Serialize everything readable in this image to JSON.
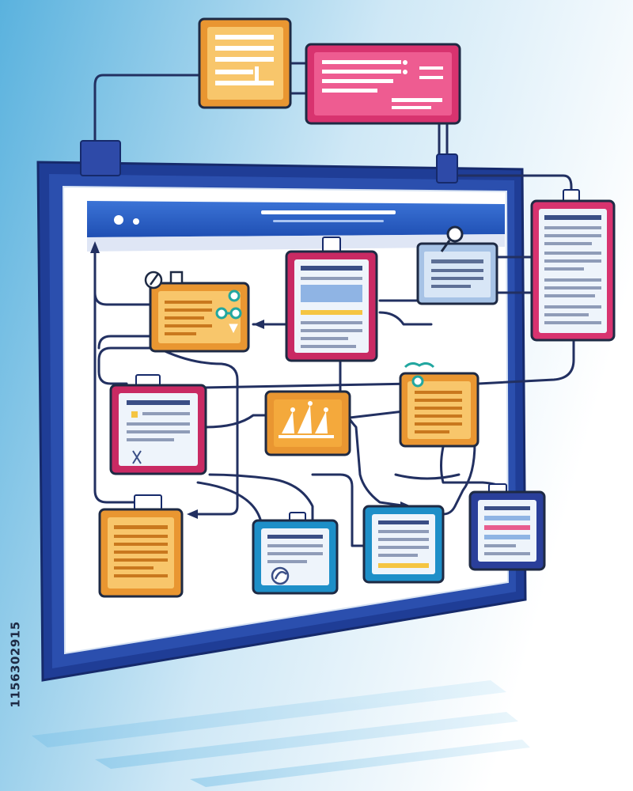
{
  "image_id_text": "1156302915",
  "colors": {
    "background_top": "#ffffff",
    "background_side": "#5ab2de",
    "monitor_frame": "#1f3d96",
    "monitor_screen": "#ffffff",
    "connector_line": "#223061",
    "card_orange": "#f4a93c",
    "card_orange_light": "#f8c66b",
    "card_pink": "#d8336f",
    "card_blue": "#2e63c6",
    "card_teal": "#1e8fc8",
    "card_paper": "#eef4fb",
    "accent_yellow": "#f5c542",
    "accent_teal": "#22a7a0"
  },
  "diagram": {
    "browser_bar": {
      "icon": "window-dots-icon"
    },
    "cards": [
      {
        "name": "top-orange-card",
        "style": "orange",
        "icon": "document-icon"
      },
      {
        "name": "top-pink-card",
        "style": "pink",
        "icon": "settings-panel-icon"
      },
      {
        "name": "right-pink-card",
        "style": "pink",
        "icon": "document-icon"
      },
      {
        "name": "center-pink-card",
        "style": "pink",
        "icon": "document-icon"
      },
      {
        "name": "light-blue-card",
        "style": "light-blue",
        "icon": "key-icon"
      },
      {
        "name": "left-orange-card",
        "style": "orange",
        "icon": "network-node-icon"
      },
      {
        "name": "left-pink-card",
        "style": "pink",
        "icon": "document-icon"
      },
      {
        "name": "chart-card",
        "style": "orange",
        "icon": "chart-icon"
      },
      {
        "name": "right-orange-card",
        "style": "orange",
        "icon": "checklist-icon"
      },
      {
        "name": "bottom-orange-card",
        "style": "orange",
        "icon": "document-icon"
      },
      {
        "name": "bottom-teal-card",
        "style": "teal",
        "icon": "gauge-icon"
      },
      {
        "name": "bottom-blue-card",
        "style": "blue",
        "icon": "document-icon"
      },
      {
        "name": "bottom-navy-card",
        "style": "navy",
        "icon": "document-icon"
      }
    ]
  }
}
